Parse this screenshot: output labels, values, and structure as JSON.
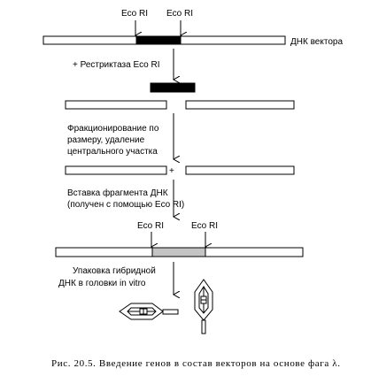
{
  "labels": {
    "eco1": "Eco RI",
    "eco2": "Eco RI",
    "vector_dna": "ДНК вектора",
    "restrictase": "+ Рестриктаза Eco RI",
    "frac1": "Фракционирование по",
    "frac2": "размеру, удаление",
    "frac3": "центрального участка",
    "plus": "+",
    "insert1": "Вставка фрагмента ДНК",
    "insert2": "(получен с помощью Eco RI)",
    "eco3": "Eco RI",
    "eco4": "Eco RI",
    "pack1": "Упаковка гибридной",
    "pack2": "ДНК в головки in vitro"
  },
  "caption": "Рис. 20.5. Введение генов в состав векторов на основе фага λ."
}
